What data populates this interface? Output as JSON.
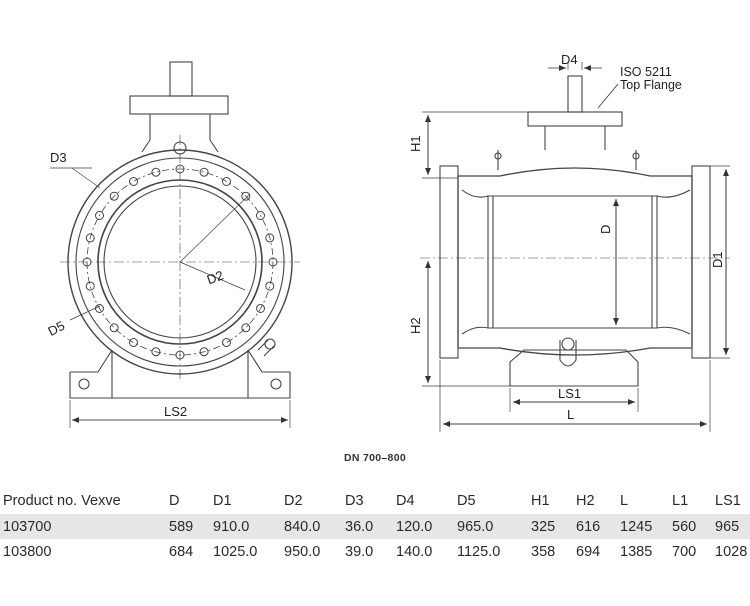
{
  "drawing": {
    "labels": {
      "d3": "D3",
      "d5": "D5",
      "d2": "D2",
      "ls2": "LS2",
      "d4": "D4",
      "top_flange_line1": "ISO 5211",
      "top_flange_line2": "Top Flange",
      "h1": "H1",
      "h2": "H2",
      "d": "D",
      "d1": "D1",
      "ls1": "LS1",
      "l": "L"
    }
  },
  "caption": "DN 700–800",
  "table": {
    "headers": [
      "Product no. Vexve",
      "D",
      "D1",
      "D2",
      "D3",
      "D4",
      "D5",
      "H1",
      "H2",
      "L",
      "L1",
      "LS1"
    ],
    "rows": [
      [
        "103700",
        "589",
        "910.0",
        "840.0",
        "36.0",
        "120.0",
        "965.0",
        "325",
        "616",
        "1245",
        "560",
        "965"
      ],
      [
        "103800",
        "684",
        "1025.0",
        "950.0",
        "39.0",
        "140.0",
        "1125.0",
        "358",
        "694",
        "1385",
        "700",
        "1028"
      ]
    ]
  }
}
